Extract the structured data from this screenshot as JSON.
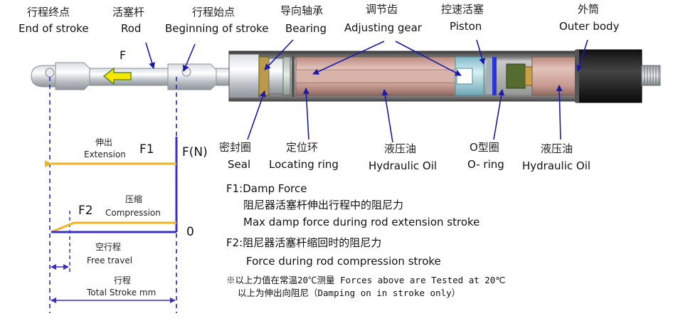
{
  "parts": {
    "end_of_stroke": {
      "cn": "行程终点",
      "en": "End of stroke"
    },
    "rod": {
      "cn": "活塞杆",
      "en": "Rod"
    },
    "beginning_of_stroke": {
      "cn": "行程始点",
      "en": "Beginning of stroke"
    },
    "bearing": {
      "cn": "导向轴承",
      "en": "Bearing"
    },
    "adjusting_gear": {
      "cn": "调节齿",
      "en": "Adjusting gear"
    },
    "piston": {
      "cn": "控速活塞",
      "en": "Piston"
    },
    "outer_body": {
      "cn": "外筒",
      "en": "Outer body"
    },
    "seal": {
      "cn": "密封圈",
      "en": "Seal"
    },
    "locating_ring": {
      "cn": "定位环",
      "en": "Locating ring"
    },
    "hydraulic_oil_1": {
      "cn": "液压油",
      "en": "Hydraulic Oil"
    },
    "o_ring": {
      "cn": "O型圈",
      "en": "O- ring"
    },
    "hydraulic_oil_2": {
      "cn": "液压油",
      "en": "Hydraulic Oil"
    }
  },
  "force_arrow": {
    "label": "F"
  },
  "graph": {
    "axis_label": "F(N)",
    "zero_label": "0",
    "f1": {
      "label": "F1",
      "cn": "伸出",
      "en": "Extension"
    },
    "f2": {
      "label": "F2",
      "cn": "压缩",
      "en": "Compression"
    },
    "free_travel": {
      "cn": "空行程",
      "en": "Free travel"
    },
    "total_stroke": {
      "cn": "行程",
      "en": "Total Stroke mm"
    }
  },
  "notes": {
    "f1_title": "F1:Damp Force",
    "f1_cn": "阻尼器活塞杆伸出行程中的阻尼力",
    "f1_en": "Max damp force during rod extension stroke",
    "f2_title": "F2:阻尼器活塞杆缩回时的阻尼力",
    "f2_en": "Force during rod compression stroke",
    "test_note": "※以上力值在常温20℃测量 Forces above are Tested at 20℃",
    "damping_note": "以上为伸出向阻尼（Damping on in stroke only）"
  },
  "colors": {
    "force_line": "#f0b323",
    "stroke_line": "#3b2fc9",
    "cylinder": "#caa49a",
    "leader": "#1a1aa8"
  }
}
